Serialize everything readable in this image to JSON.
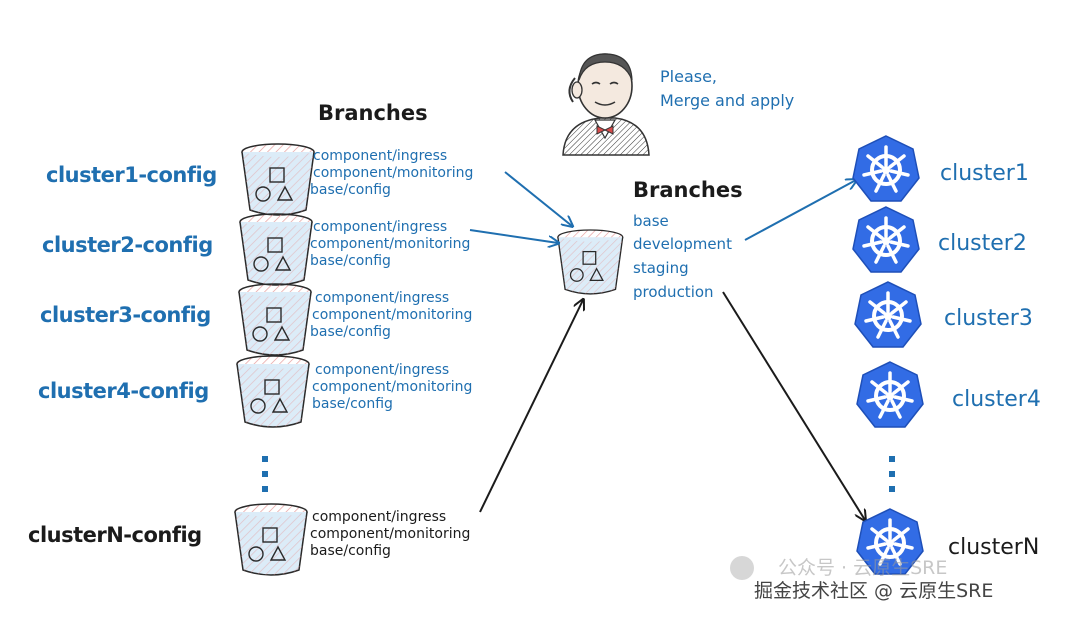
{
  "left_header": "Branches",
  "center_header": "Branches",
  "jenkins_message": [
    "Please,",
    "Merge and apply"
  ],
  "repo_branches": [
    "component/ingress",
    "component/monitoring",
    "base/config"
  ],
  "config_repos": [
    {
      "label": "cluster1-config"
    },
    {
      "label": "cluster2-config"
    },
    {
      "label": "cluster3-config"
    },
    {
      "label": "cluster4-config"
    },
    {
      "label": "clusterN-config"
    }
  ],
  "central_branches": [
    "base",
    "development",
    "staging",
    "production"
  ],
  "clusters": [
    "cluster1",
    "cluster2",
    "cluster3",
    "cluster4",
    "clusterN"
  ],
  "watermark": {
    "faded": "公众号 · 云原生SRE",
    "main": "掘金技术社区 @ 云原生SRE"
  },
  "colors": {
    "accent_blue": "#1f6fb0",
    "k8s_blue": "#326ce5",
    "arrow_dark": "#1b1b1b"
  }
}
